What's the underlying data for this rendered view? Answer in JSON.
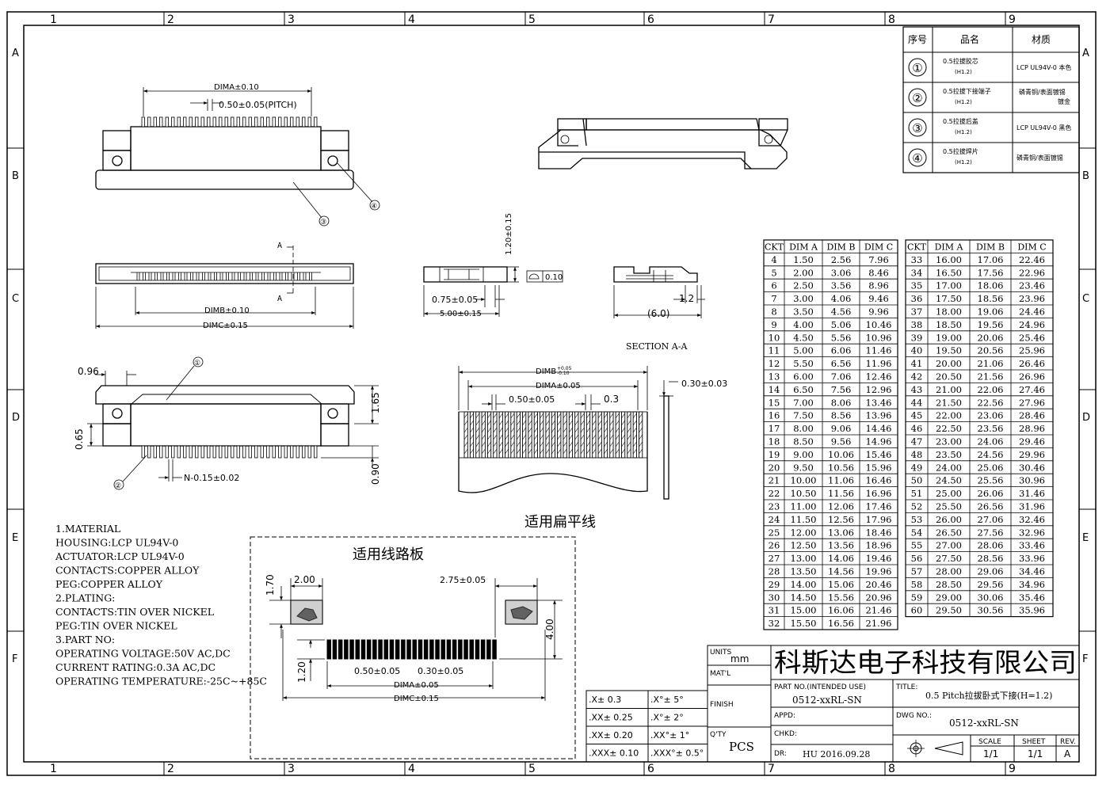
{
  "grid": {
    "cols": [
      "1",
      "2",
      "3",
      "4",
      "5",
      "6",
      "7",
      "8",
      "9"
    ],
    "rows": [
      "A",
      "B",
      "C",
      "D",
      "E",
      "F"
    ]
  },
  "bom": {
    "headers": [
      "序号",
      "品名",
      "材质"
    ],
    "rows": [
      {
        "no": "①",
        "name": "0.5拉拔胶芯",
        "sub": "(H1.2)",
        "material": "LCP UL94V-0 本色",
        "material2": ""
      },
      {
        "no": "②",
        "name": "0.5拉拔下接端子",
        "sub": "(H1.2)",
        "material": "磷青铜/表面镀锡",
        "material2": "镀金"
      },
      {
        "no": "③",
        "name": "0.5拉拔后盖",
        "sub": "(H1.2)",
        "material": "LCP UL94V-0 黑色",
        "material2": ""
      },
      {
        "no": "④",
        "name": "0.5拉拔焊片",
        "sub": "(H1.2)",
        "material": "磷青铜/表面镀锡",
        "material2": ""
      }
    ]
  },
  "dims": {
    "dimA": "DIMA±0.10",
    "pitch": "0.50±0.05(PITCH)",
    "dimB": "DIMB±0.10",
    "dimC": "DIMC±0.15",
    "h120": "1.20±0.15",
    "flat": "0.10",
    "w075": "0.75±0.05",
    "w500": "5.00±0.15",
    "w12": "1.2",
    "w60": "(6.0)",
    "section": "SECTION A-A",
    "secA": "A",
    "d096": "0.96",
    "d165": "1.65",
    "d065": "0.65",
    "d090": "0.90",
    "n015": "N-0.15±0.02",
    "c1": "①",
    "c2": "②",
    "c3": "③",
    "c4": "④",
    "fpcDimB": "DIMB",
    "fpcDimBtol1": "+0.05",
    "fpcDimBtol2": "-0.10",
    "fpcDimA": "DIMA±0.05",
    "fpc050": "0.50±0.05",
    "fpc03": "0.3",
    "fpc030": "0.30±0.03",
    "fpcTitle": "适用扁平线",
    "pcbTitle": "适用线路板",
    "pcb170": "1.70",
    "pcb200": "2.00",
    "pcb275": "2.75±0.05",
    "pcb400": "4.00",
    "pcb120": "1.20",
    "pcb050": "0.50±0.05",
    "pcb030": "0.30±0.05",
    "pcbDimA": "DIMA±0.05",
    "pcbDimC": "DIMC±0.15"
  },
  "notes": [
    "1.MATERIAL",
    "HOUSING:LCP UL94V-0",
    "ACTUATOR:LCP UL94V-0",
    "CONTACTS:COPPER ALLOY",
    "PEG:COPPER ALLOY",
    "2.PLATING:",
    "CONTACTS:TIN OVER NICKEL",
    "PEG:TIN OVER NICKEL",
    "3.PART NO:",
    "OPERATING VOLTAGE:50V AC,DC",
    "CURRENT RATING:0.3A AC,DC",
    "OPERATING TEMPERATURE:-25C~+85C"
  ],
  "ckt_table": {
    "headers": [
      "CKT",
      "DIM A",
      "DIM B",
      "DIM C"
    ],
    "left": [
      [
        "4",
        "1.50",
        "2.56",
        "7.96"
      ],
      [
        "5",
        "2.00",
        "3.06",
        "8.46"
      ],
      [
        "6",
        "2.50",
        "3.56",
        "8.96"
      ],
      [
        "7",
        "3.00",
        "4.06",
        "9.46"
      ],
      [
        "8",
        "3.50",
        "4.56",
        "9.96"
      ],
      [
        "9",
        "4.00",
        "5.06",
        "10.46"
      ],
      [
        "10",
        "4.50",
        "5.56",
        "10.96"
      ],
      [
        "11",
        "5.00",
        "6.06",
        "11.46"
      ],
      [
        "12",
        "5.50",
        "6.56",
        "11.96"
      ],
      [
        "13",
        "6.00",
        "7.06",
        "12.46"
      ],
      [
        "14",
        "6.50",
        "7.56",
        "12.96"
      ],
      [
        "15",
        "7.00",
        "8.06",
        "13.46"
      ],
      [
        "16",
        "7.50",
        "8.56",
        "13.96"
      ],
      [
        "17",
        "8.00",
        "9.06",
        "14.46"
      ],
      [
        "18",
        "8.50",
        "9.56",
        "14.96"
      ],
      [
        "19",
        "9.00",
        "10.06",
        "15.46"
      ],
      [
        "20",
        "9.50",
        "10.56",
        "15.96"
      ],
      [
        "21",
        "10.00",
        "11.06",
        "16.46"
      ],
      [
        "22",
        "10.50",
        "11.56",
        "16.96"
      ],
      [
        "23",
        "11.00",
        "12.06",
        "17.46"
      ],
      [
        "24",
        "11.50",
        "12.56",
        "17.96"
      ],
      [
        "25",
        "12.00",
        "13.06",
        "18.46"
      ],
      [
        "26",
        "12.50",
        "13.56",
        "18.96"
      ],
      [
        "27",
        "13.00",
        "14.06",
        "19.46"
      ],
      [
        "28",
        "13.50",
        "14.56",
        "19.96"
      ],
      [
        "29",
        "14.00",
        "15.06",
        "20.46"
      ],
      [
        "30",
        "14.50",
        "15.56",
        "20.96"
      ],
      [
        "31",
        "15.00",
        "16.06",
        "21.46"
      ],
      [
        "32",
        "15.50",
        "16.56",
        "21.96"
      ]
    ],
    "right": [
      [
        "33",
        "16.00",
        "17.06",
        "22.46"
      ],
      [
        "34",
        "16.50",
        "17.56",
        "22.96"
      ],
      [
        "35",
        "17.00",
        "18.06",
        "23.46"
      ],
      [
        "36",
        "17.50",
        "18.56",
        "23.96"
      ],
      [
        "37",
        "18.00",
        "19.06",
        "24.46"
      ],
      [
        "38",
        "18.50",
        "19.56",
        "24.96"
      ],
      [
        "39",
        "19.00",
        "20.06",
        "25.46"
      ],
      [
        "40",
        "19.50",
        "20.56",
        "25.96"
      ],
      [
        "41",
        "20.00",
        "21.06",
        "26.46"
      ],
      [
        "42",
        "20.50",
        "21.56",
        "26.96"
      ],
      [
        "43",
        "21.00",
        "22.06",
        "27.46"
      ],
      [
        "44",
        "21.50",
        "22.56",
        "27.96"
      ],
      [
        "45",
        "22.00",
        "23.06",
        "28.46"
      ],
      [
        "46",
        "22.50",
        "23.56",
        "28.96"
      ],
      [
        "47",
        "23.00",
        "24.06",
        "29.46"
      ],
      [
        "48",
        "23.50",
        "24.56",
        "29.96"
      ],
      [
        "49",
        "24.00",
        "25.06",
        "30.46"
      ],
      [
        "50",
        "24.50",
        "25.56",
        "30.96"
      ],
      [
        "51",
        "25.00",
        "26.06",
        "31.46"
      ],
      [
        "52",
        "25.50",
        "26.56",
        "31.96"
      ],
      [
        "53",
        "26.00",
        "27.06",
        "32.46"
      ],
      [
        "54",
        "26.50",
        "27.56",
        "32.96"
      ],
      [
        "55",
        "27.00",
        "28.06",
        "33.46"
      ],
      [
        "56",
        "27.50",
        "28.56",
        "33.96"
      ],
      [
        "57",
        "28.00",
        "29.06",
        "34.46"
      ],
      [
        "58",
        "28.50",
        "29.56",
        "34.96"
      ],
      [
        "59",
        "29.00",
        "30.06",
        "35.46"
      ],
      [
        "60",
        "29.50",
        "30.56",
        "35.96"
      ]
    ]
  },
  "tolerances": [
    [
      ".X± 0.3",
      ".X°± 5°"
    ],
    [
      ".XX± 0.25",
      ".X°± 2°"
    ],
    [
      ".XX± 0.20",
      ".XX°± 1°"
    ],
    [
      ".XXX± 0.10",
      ".XXX°± 0.5°"
    ]
  ],
  "title_block": {
    "units_label": "UNITS",
    "units": "mm",
    "matl_label": "MAT'L",
    "finish_label": "FINISH",
    "qty_label": "Q'TY",
    "qty": "PCS",
    "company": "科斯达电子科技有限公司",
    "part_label": "PART NO.(INTENDED USE)",
    "part_no": "0512-xxRL-SN",
    "title_label": "TITLE:",
    "title": "0.5 Pitch拉拔卧式下接(H=1.2)",
    "appd_label": "APPD:",
    "chkd_label": "CHKD:",
    "dwg_label": "DWG NO.:",
    "dwg_no": "0512-xxRL-SN",
    "dr_label": "DR:",
    "dr": "HU 2016.09.28",
    "scale_label": "SCALE",
    "scale": "1/1",
    "sheet_label": "SHEET",
    "sheet": "1/1",
    "rev_label": "REV.",
    "rev": "A"
  }
}
